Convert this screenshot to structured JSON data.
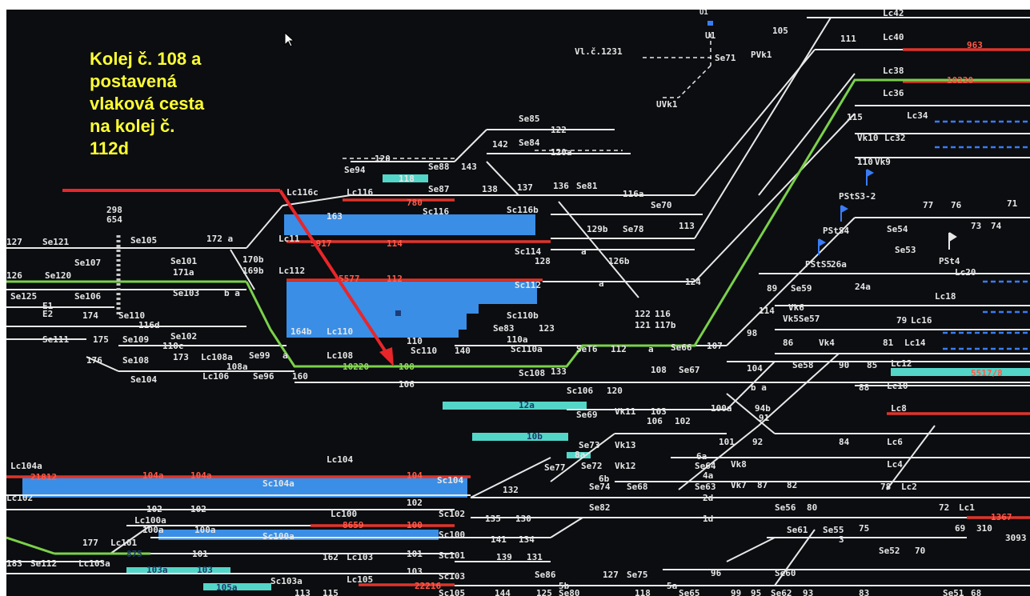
{
  "annotation": {
    "lines": [
      "Kolej č. 108 a",
      "postavená",
      "vlaková cesta",
      "na kolej č.",
      "112d"
    ]
  },
  "colors": {
    "background": "#0b0d10",
    "track": "#e8e8e8",
    "occupied_track": "#e0342a",
    "set_route": "#7bd14a",
    "occupied_block": "#3a8ee6",
    "cyan_block": "#53d6c8",
    "annotation_text": "#ffff33",
    "pointer_arrow": "#e8262a"
  },
  "labels": {
    "v1": "Vl.č.1231",
    "u1": "U1",
    "se71": "Se71",
    "pvk1": "PVk1",
    "uvk1": "UVk1",
    "n105": "105",
    "lc42": "Lc42",
    "n111": "111",
    "lc40": "Lc40",
    "t963": "963",
    "lc38": "Lc38",
    "t10220r": "10220",
    "lc36": "Lc36",
    "n115": "115",
    "lc34": "Lc34",
    "vk10": "Vk10",
    "lc32": "Lc32",
    "n110": "110",
    "vk9": "Vk9",
    "pst3": "PStS3-2",
    "pst4": "PStS4",
    "pst5": "PStS5",
    "pstr": "PSt4",
    "se85": "Se85",
    "t122": "122",
    "se84": "Se84",
    "t120a": "120a",
    "n142": "142",
    "t120": "120",
    "se94": "Se94",
    "t118": "118",
    "se88": "Se88",
    "n143": "143",
    "lc116c": "Lc116c",
    "lc116": "Lc116",
    "t780": "780",
    "se87": "Se87",
    "n138": "138",
    "n137": "137",
    "n136": "136",
    "se81": "Se81",
    "t116a": "116a",
    "se70": "Se70",
    "n298": "298",
    "n654": "654",
    "n163": "163",
    "sc116": "Sc116",
    "sc116b": "Sc116b",
    "n129b": "129b",
    "se78": "Se78",
    "n113": "113",
    "n127": "127",
    "se121": "Se121",
    "se105": "Se105",
    "n172a": "172 a",
    "lc11": "Lc11",
    "t5917": "5917",
    "t114": "114",
    "sc114": "Sc114",
    "n128": "128",
    "a1": "a",
    "n126b": "126b",
    "se107": "Se107",
    "se101": "Se101",
    "n170b": "170b",
    "n171a": "171a",
    "n169b": "169b",
    "lc112": "Lc112",
    "t5577": "5577",
    "t112": "112",
    "sc112": "Sc112",
    "n124": "124",
    "n126": "126",
    "se120": "Se120",
    "se106": "Se106",
    "se103": "Se103",
    "ba": "b a",
    "a2": "a",
    "se125": "Se125",
    "e1": "E1",
    "e2": "E2",
    "n174": "174",
    "se110": "Se110",
    "t116d": "116d",
    "se102": "Se102",
    "t110c": "110c",
    "se111": "Se111",
    "n175": "175",
    "se109": "Se109",
    "n173": "173",
    "lc108a": "Lc108a",
    "se99": "Se99",
    "a3": "a",
    "sc110b": "Sc110b",
    "se83": "Se83",
    "n123": "123",
    "t110": "110",
    "t110a": "110a",
    "n164b": "164b",
    "lc110": "Lc110",
    "sc110": "Sc110",
    "n140": "140",
    "sc110a": "Sc110a",
    "n122": "122",
    "n121": "121",
    "n116": "116",
    "n117b": "117b",
    "set6": "SeT6",
    "n112": "112",
    "a4": "a",
    "se66": "Se66",
    "n107": "107",
    "n176": "176",
    "se108": "Se108",
    "t108a": "108a",
    "lc108": "Lc108",
    "t10220g": "10220",
    "t108": "108",
    "sc108": "Sc108",
    "n133": "133",
    "n108": "108",
    "se67": "Se67",
    "se104": "Se104",
    "lc106": "Lc106",
    "se96": "Se96",
    "n160": "160",
    "t106": "106",
    "sc106": "Sc106",
    "n120": "120",
    "t12a": "12a",
    "se69": "Se69",
    "vk11": "Vk11",
    "n103": "103",
    "n106": "106",
    "n102": "102",
    "n100a": "100a",
    "n94b": "94b",
    "n91": "91",
    "ba2": "b a",
    "t10b": "10b",
    "se73": "Se73",
    "vk13": "Vk13",
    "t8a": "8a",
    "n89": "89",
    "se59": "Se59",
    "n114": "114",
    "vk6": "Vk6",
    "vk5": "Vk5Se57",
    "n98": "98",
    "n86": "86",
    "vk4": "Vk4",
    "n104": "104",
    "se58": "Se58",
    "n90": "90",
    "n85": "85",
    "lc12": "Lc12",
    "t5517": "5517/8",
    "n88": "88",
    "lc10": "Lc10",
    "lc8": "Lc8",
    "n84": "84",
    "lc6": "Lc6",
    "lc4": "Lc4",
    "n78": "78",
    "lc2": "Lc2",
    "n72": "72",
    "lc1": "Lc1",
    "t1367": "1367",
    "n69": "69",
    "n310": "310",
    "n3093": "3093",
    "n77": "77",
    "n76": "76",
    "n71": "71",
    "n73": "73",
    "n74": "74",
    "se54": "Se54",
    "se53": "Se53",
    "n26a": "26a",
    "n24a": "24a",
    "lc20": "Lc20",
    "lc18": "Lc18",
    "n79": "79",
    "lc16": "Lc16",
    "n81": "81",
    "lc14": "Lc14",
    "lc104a": "Lc104a",
    "t21812": "21812",
    "t104a1": "104a",
    "t104a2": "104a",
    "lc104": "Lc104",
    "t104": "104",
    "sc104a": "Sc104a",
    "sc104": "Sc104",
    "lc102": "Lc102",
    "t102a": "102",
    "t102b": "102",
    "t102c": "102",
    "t110cc": "110c",
    "lc100a": "Lc100a",
    "t100a1": "100a",
    "t100a2": "100a",
    "lc100": "Lc100",
    "t8659": "8659",
    "t100": "100",
    "sc100a": "Sc100a",
    "sc100": "Sc100",
    "sc102": "Sc102",
    "n135": "135",
    "n130": "130",
    "n177": "177",
    "lc101": "Lc101",
    "t875": "875",
    "t101a": "101",
    "t101b": "101",
    "n141": "141",
    "n134": "134",
    "n162": "162",
    "lc103": "Lc103",
    "sc101": "Sc101",
    "n139": "139",
    "n131": "131",
    "n183": "183",
    "se112": "Se112",
    "lc103a": "Lc103a",
    "t103a": "103a",
    "t103": "103",
    "sc103a": "Sc103a",
    "lc105": "Lc105",
    "sc103": "Sc103",
    "t22216": "22216",
    "t105a": "105a",
    "n132": "132",
    "se77": "Se77",
    "se72": "Se72",
    "vk12": "Vk12",
    "t6b": "6b",
    "se74": "Se74",
    "se68": "Se68",
    "se82": "Se82",
    "n101": "101",
    "n92": "92",
    "t6a": "6a",
    "se64": "Se64",
    "vk8": "Vk8",
    "t4a": "4a",
    "se63": "Se63",
    "vk7": "Vk7",
    "n87": "87",
    "n82": "82",
    "t2d": "2d",
    "se56": "Se56",
    "n80": "80",
    "t1d": "1d",
    "se61": "Se61",
    "se55": "Se55",
    "n75": "75",
    "t3": "3",
    "se52": "Se52",
    "n70": "70",
    "se86": "Se86",
    "t5b": "5b",
    "n127b": "127",
    "se75": "Se75",
    "t5a": "5a",
    "n96": "96",
    "se60": "Se60",
    "n144": "144",
    "n125": "125",
    "se80": "Se80",
    "n118": "118",
    "se65": "Se65",
    "n99": "99",
    "n95": "95",
    "se62": "Se62",
    "n93": "93",
    "n83": "83",
    "se51": "Se51",
    "n68": "68",
    "sc105": "Sc105",
    "n113b": "113",
    "n115b": "115"
  }
}
